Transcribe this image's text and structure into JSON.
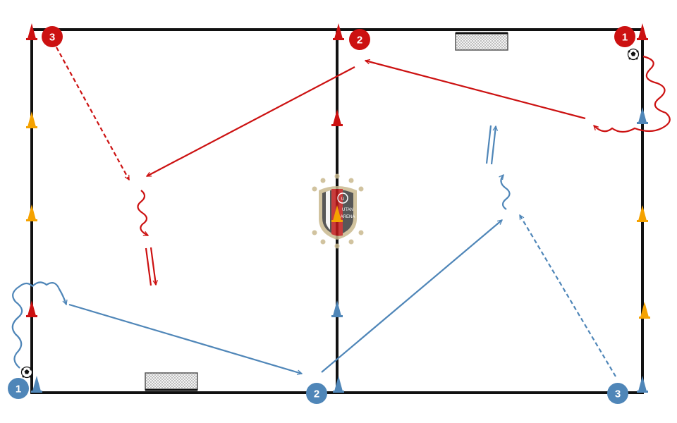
{
  "diagram": {
    "colors": {
      "field_line": "#111111",
      "red_team": "#cc1111",
      "blue_team": "#4f86b8",
      "red_cone": "#cc1111",
      "blue_cone": "#4f86b8",
      "orange_cone": "#f5a200",
      "player_text": "#ffffff",
      "goal_fill": "#f2f2f2",
      "crest_gold": "#c9b98f",
      "crest_red": "#c01b1b",
      "crest_dark": "#3a3a3a"
    },
    "players": {
      "red_1": "1",
      "red_2": "2",
      "red_3": "3",
      "blue_1": "1",
      "blue_2": "2",
      "blue_3": "3"
    },
    "icons": {
      "ball": "soccer-ball-icon",
      "cone": "training-cone-icon",
      "goal": "mini-goal-icon",
      "crest": "club-crest-watermark"
    },
    "watermark": {
      "crest_initial": "U",
      "crest_text_1": "UTAN",
      "crest_text_2": "ARENA"
    }
  }
}
